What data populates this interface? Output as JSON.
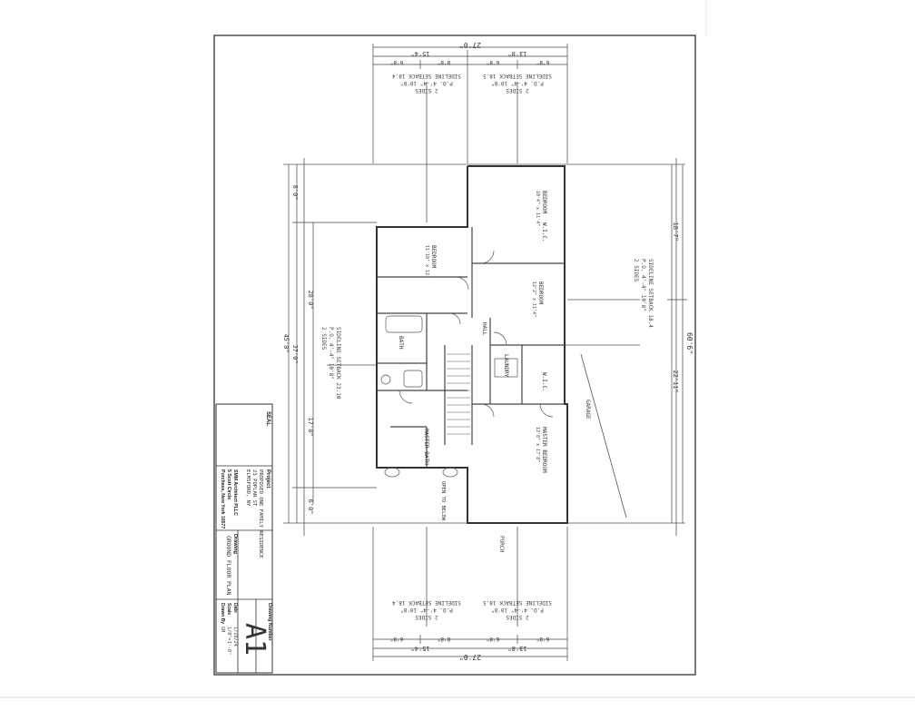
{
  "title_block": {
    "seal_label": "SEAL",
    "project_label": "Project",
    "project_lines": [
      "PROPOSED ONE FAMILY RESIDENCE",
      "23 POPLAR ST",
      "ELMSFORD, NY"
    ],
    "architect_lines": [
      "SMM Architect PLLC",
      "5 Scott Circle",
      "Purchase, New York 10577"
    ],
    "drawing_label": "Drawing",
    "drawing_name": "GROUND FLOOR PLAN",
    "drawing_number_label": "Drawing Number",
    "drawing_number": "A1",
    "date_label": "Date",
    "scale_label": "Scale",
    "drawn_by_label": "Drawn By",
    "date_value": "1/10/24",
    "scale_value": "1/8\"=1'-0\"",
    "drawn_by_value": "GM"
  },
  "dimensions": {
    "top_overall": "27'0\"",
    "top_left": "15'4\"",
    "top_right": "13'8\"",
    "top_sub": [
      "6'8\"",
      "8'8\"",
      "6'8\"",
      "6'8\""
    ],
    "bottom_overall": "27'0\"",
    "bottom_left": "15'4\"",
    "bottom_right": "13'8\"",
    "bottom_sub": [
      "6'8\"",
      "8'8\"",
      "6'8\"",
      "6'8\""
    ],
    "left_overall": "45'0\"",
    "left_segments": [
      "8'0\"",
      "28'0\"",
      "37'0\"",
      "17'8\"",
      "6'0\""
    ],
    "right_overall": "60'6\"",
    "right_segments": [
      "18'7\"",
      "22'11\""
    ]
  },
  "rooms": [
    {
      "name": "BEDROOM",
      "size": "11'10\" x 12'"
    },
    {
      "name": "BEDROOM",
      "size": "10'4\" x 11'4\""
    },
    {
      "name": "BEDROOM",
      "size": "12'2\" x 11'4\""
    },
    {
      "name": "MASTER BEDROOM",
      "size": "12'8\" x 17'8\""
    },
    {
      "name": "MASTER BATH",
      "size": ""
    },
    {
      "name": "BATH",
      "size": ""
    },
    {
      "name": "LAUNDRY",
      "size": ""
    },
    {
      "name": "W.I.C.",
      "size": ""
    },
    {
      "name": "W.I.C.",
      "size": ""
    },
    {
      "name": "HALL",
      "size": ""
    },
    {
      "name": "OPEN TO BELOW",
      "size": ""
    }
  ],
  "notes": {
    "top_left_note": [
      "SIDELINE SETBACK 18.4",
      "P.O. 4'-4\" 10'8\"",
      "2 SIDES"
    ],
    "top_right_note": [
      "SIDELINE SETBACK 18.5",
      "P.O. 4'-4\" 10'8\"",
      "2 SIDES"
    ],
    "left_note": [
      "SIDELINE SETBACK 23.10",
      "P.O. 4'-4\" 10'8\"",
      "2 SIDES"
    ],
    "right_note": [
      "SIDELINE SETBACK 18.4",
      "P.O. 4'-4\" 10'8\"",
      "2 SIDES"
    ],
    "bottom_left_note": [
      "SIDELINE SETBACK 18.4",
      "P.O. 4'-4\" 10'8\"",
      "2 SIDES"
    ],
    "bottom_right_note": [
      "SIDELINE SETBACK 18.5",
      "P.O. 4'-4\" 10'8\"",
      "2 SIDES"
    ],
    "garage_label": "GARAGE",
    "porch_label": "PORCH"
  }
}
